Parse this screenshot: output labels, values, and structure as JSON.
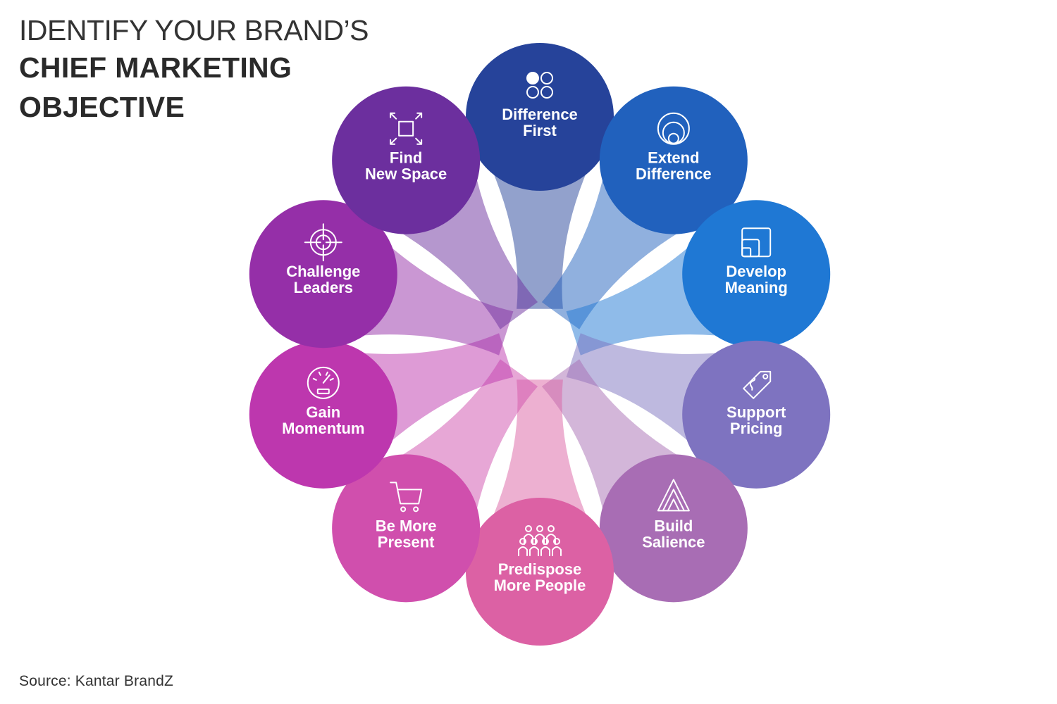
{
  "title": {
    "line1": "IDENTIFY YOUR BRAND’S",
    "line2": "CHIEF MARKETING",
    "line3": "OBJECTIVE"
  },
  "source": "Source: Kantar BrandZ",
  "nodes": [
    {
      "id": "difference-first",
      "lines": [
        "Difference",
        "First"
      ],
      "icon": "circles-grid-icon",
      "color": "#26439a"
    },
    {
      "id": "extend-difference",
      "lines": [
        "Extend",
        "Difference"
      ],
      "icon": "nested-circles-icon",
      "color": "#2161bd"
    },
    {
      "id": "develop-meaning",
      "lines": [
        "Develop",
        "Meaning"
      ],
      "icon": "nested-squares-icon",
      "color": "#1f78d4"
    },
    {
      "id": "support-pricing",
      "lines": [
        "Support",
        "Pricing"
      ],
      "icon": "price-tag-icon",
      "color": "#7e73c0"
    },
    {
      "id": "build-salience",
      "lines": [
        "Build",
        "Salience"
      ],
      "icon": "nested-triangle-icon",
      "color": "#a86db4"
    },
    {
      "id": "predispose-more-people",
      "lines": [
        "Predispose",
        "More People"
      ],
      "icon": "people-group-icon",
      "color": "#dc61a4"
    },
    {
      "id": "be-more-present",
      "lines": [
        "Be More",
        "Present"
      ],
      "icon": "shopping-cart-icon",
      "color": "#d04fad"
    },
    {
      "id": "gain-momentum",
      "lines": [
        "Gain",
        "Momentum"
      ],
      "icon": "speedometer-icon",
      "color": "#bd37ae"
    },
    {
      "id": "challenge-leaders",
      "lines": [
        "Challenge",
        "Leaders"
      ],
      "icon": "crosshair-icon",
      "color": "#952fa8"
    },
    {
      "id": "find-new-space",
      "lines": [
        "Find",
        "New Space"
      ],
      "icon": "expand-arrows-icon",
      "color": "#6c2f9e"
    }
  ]
}
